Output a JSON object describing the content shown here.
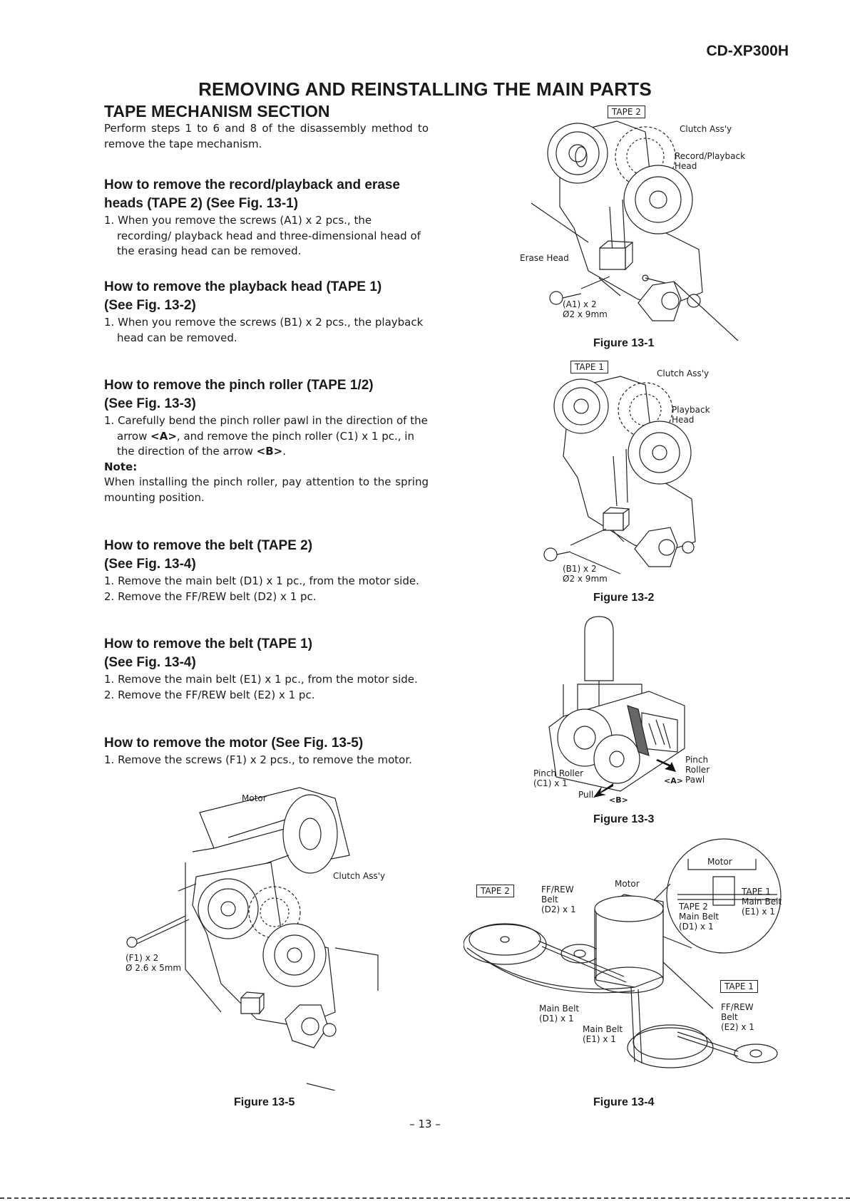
{
  "header": {
    "model": "CD-XP300H",
    "title": "REMOVING AND REINSTALLING THE MAIN PARTS"
  },
  "section": {
    "title": "TAPE MECHANISM SECTION",
    "intro": "Perform steps 1 to 6 and 8 of the disassembly method to remove the tape mechanism."
  },
  "procedures": [
    {
      "heading_1": "How to remove the record/playback and erase",
      "heading_2": "heads (TAPE 2) (See Fig. 13-1)",
      "step_1": "1. When you remove the screws  (A1) x 2 pcs., the recording/ playback head and three-dimensional head of the erasing head can be removed."
    },
    {
      "heading_1": "How to remove the playback head (TAPE 1)",
      "heading_2": "(See Fig. 13-2)",
      "step_1": "1. When you remove the screws  (B1) x 2 pcs., the playback head can be removed."
    },
    {
      "heading_1": "How to remove the pinch roller (TAPE 1/2)",
      "heading_2": "(See Fig. 13-3)",
      "step_1a": "1. Carefully bend the pinch roller pawl in the direction of the arrow ",
      "step_1b": "<A>",
      "step_1c": ", and remove the pinch roller (C1) x 1 pc., in the direction of the arrow ",
      "step_1d": "<B>",
      "step_1e": ".",
      "note_label": "Note:",
      "note_text": "When installing the pinch roller, pay attention to the spring mounting position."
    },
    {
      "heading_1": "How to remove the belt (TAPE 2)",
      "heading_2": "(See Fig. 13-4)",
      "step_1": "1. Remove the main belt (D1) x 1 pc., from the motor side.",
      "step_2": "2. Remove the FF/REW belt (D2) x 1 pc."
    },
    {
      "heading_1": "How to remove the belt (TAPE 1)",
      "heading_2": "(See Fig. 13-4)",
      "step_1": "1. Remove the main belt (E1) x 1 pc., from the motor side.",
      "step_2": "2. Remove the FF/REW belt (E2) x 1 pc."
    },
    {
      "heading_1": "How to remove the motor (See Fig. 13-5)",
      "step_1": "1. Remove the screws (F1) x 2 pcs., to remove the motor."
    }
  ],
  "figures": {
    "fig_13_1": {
      "caption": "Figure 13-1",
      "tape": "TAPE 2",
      "clutch": "Clutch Ass'y",
      "head": "Record/Playback\nHead",
      "erase": "Erase Head",
      "screw": "(A1) x 2\nØ2 x 9mm"
    },
    "fig_13_2": {
      "caption": "Figure 13-2",
      "tape": "TAPE 1",
      "clutch": "Clutch Ass'y",
      "head": "Playback\nHead",
      "screw": "(B1) x 2\nØ2 x 9mm"
    },
    "fig_13_3": {
      "caption": "Figure 13-3",
      "roller": "Pinch Roller\n(C1) x 1",
      "pull": "Pull",
      "arrow_b": "<B>",
      "arrow_a": "<A>",
      "pawl": "Pinch\nRoller\nPawl"
    },
    "fig_13_4": {
      "caption": "Figure 13-4",
      "tape2": "TAPE 2",
      "tape1": "TAPE 1",
      "ffrew_d2": "FF/REW\nBelt\n(D2) x 1",
      "motor": "Motor",
      "inset_motor": "Motor",
      "inset_tape2": "TAPE 2\nMain Belt\n(D1) x 1",
      "inset_tape1": "TAPE 1\nMain Belt\n(E1) x 1",
      "main_d1": "Main Belt\n(D1) x 1",
      "main_e1": "Main Belt\n(E1) x 1",
      "ffrew_e2": "FF/REW\nBelt\n(E2) x 1"
    },
    "fig_13_5": {
      "caption": "Figure 13-5",
      "motor": "Motor",
      "clutch": "Clutch Ass'y",
      "screw": "(F1) x 2\nØ 2.6 x 5mm"
    }
  },
  "footer": {
    "page": "– 13 –"
  }
}
